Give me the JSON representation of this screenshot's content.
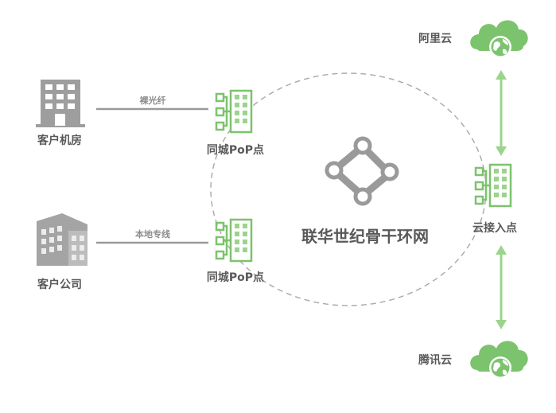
{
  "labels": {
    "customer_room": "客户机房",
    "customer_office": "客户公司",
    "bare_fiber": "裸光纤",
    "local_line": "本地专线",
    "pop_top": "同城PoP点",
    "pop_bottom": "同城PoP点",
    "backbone": "联华世纪骨干环网",
    "aliyun": "阿里云",
    "cloud_access": "云接入点",
    "tencent": "腾讯云"
  },
  "colors": {
    "green": "#7cc36d",
    "green_light": "#9bd48c",
    "gray": "#9a9a9a",
    "text": "#595959"
  },
  "icons": [
    "building-icon",
    "office-building-icon",
    "pop-node-icon",
    "backbone-ring-icon",
    "cloud-globe-icon"
  ]
}
